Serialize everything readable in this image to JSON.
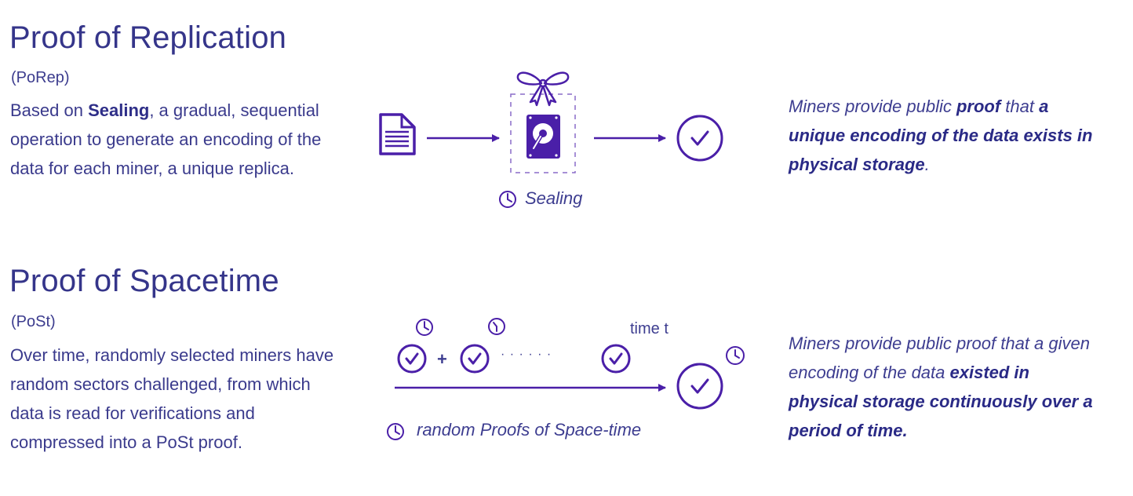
{
  "porep": {
    "title": "Proof of Replication",
    "abbr": "(PoRep)",
    "desc_prefix": "Based on ",
    "desc_bold": "Sealing",
    "desc_suffix": ", a gradual, sequential operation to generate an encoding of the data for each miner, a unique replica.",
    "caption": "Sealing",
    "claim_1": "Miners provide public ",
    "claim_2_bold": "proof",
    "claim_3": " that ",
    "claim_4_bold": "a unique encoding of the data exists in physical storage",
    "claim_5": ".",
    "icons": [
      "document-icon",
      "gift-bow-icon",
      "hard-drive-icon",
      "checkmark-circle-icon",
      "clock-icon"
    ]
  },
  "post": {
    "title": "Proof of Spacetime",
    "abbr": "(PoSt)",
    "desc": "Over time, randomly selected miners have random sectors challenged, from which data is read for verifications and compressed into a PoSt proof.",
    "time_label": "time t",
    "plus": "+",
    "dots": "· · · · · ·",
    "caption": "random Proofs of Space-time",
    "claim_1": "Miners provide public proof that a given encoding of the data ",
    "claim_2_bold": "existed in physical storage continuously over a period of time.",
    "icons": [
      "clock-icon",
      "checkmark-circle-icon",
      "arrow-icon"
    ]
  },
  "colors": {
    "primary": "#4a1fa8",
    "text": "#3a3a8c",
    "dashed": "#8a6cc8"
  }
}
